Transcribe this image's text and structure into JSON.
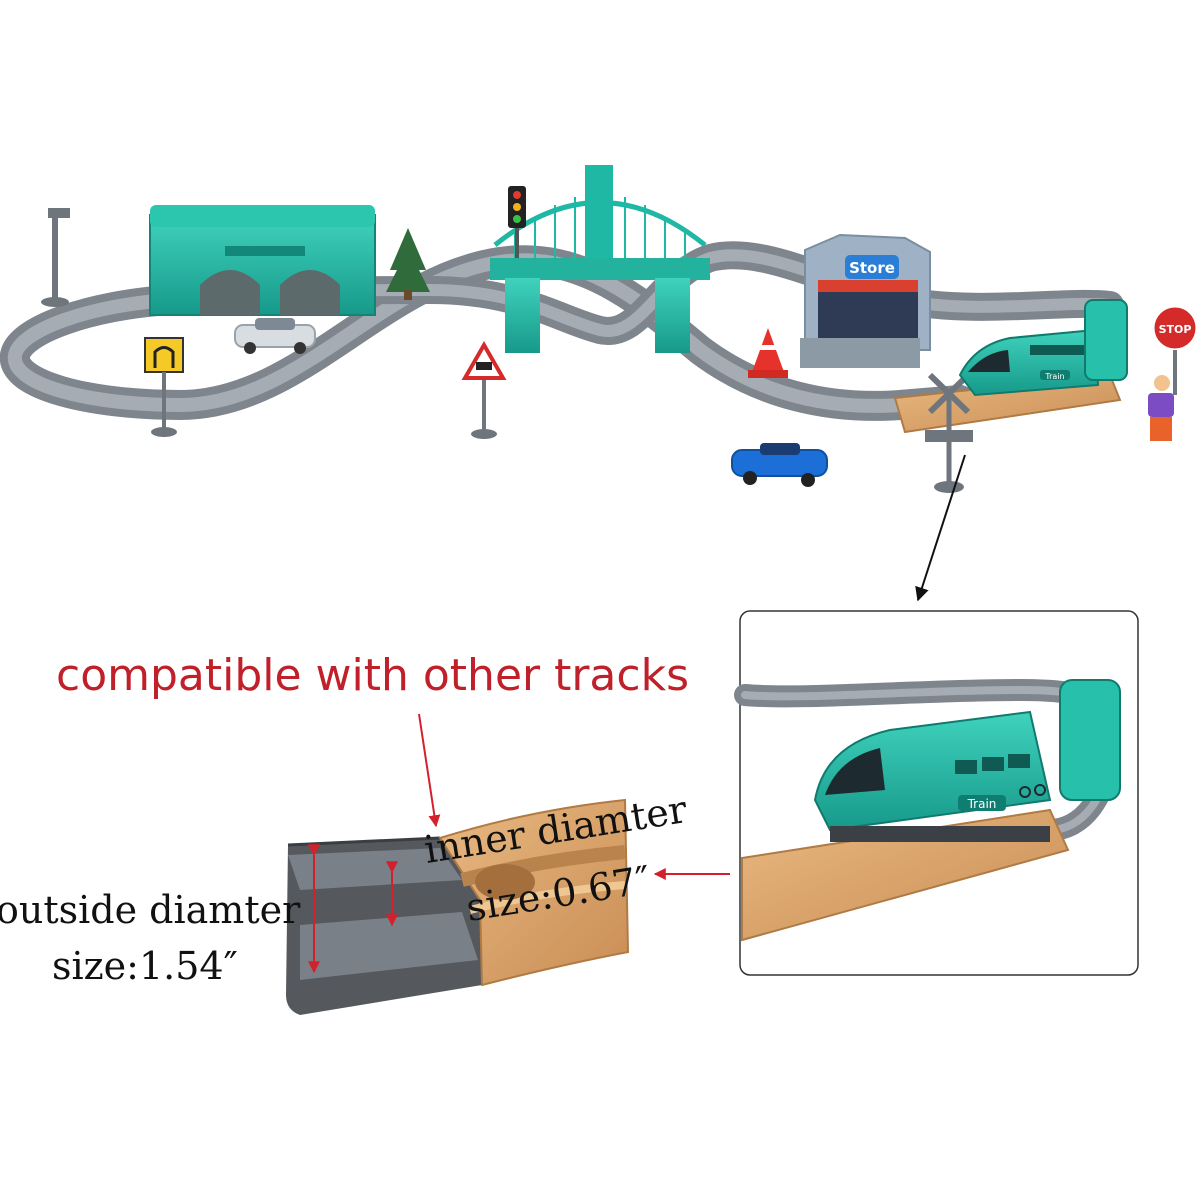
{
  "annotations": {
    "compatible": "compatible with other tracks",
    "outside_label": "outside diamter",
    "outside_size": "size:1.54″",
    "inner_label": "inner diamter",
    "inner_size": "size:0.67″"
  },
  "scene_labels": {
    "store_sign": "Store",
    "stop_sign": "STOP",
    "train_label": "Train",
    "inset_train_label": "Train"
  },
  "colors": {
    "teal": "#1fb8a4",
    "track_gray": "#8a9098",
    "wood": "#d9a36b",
    "accent_red": "#c0202a"
  }
}
